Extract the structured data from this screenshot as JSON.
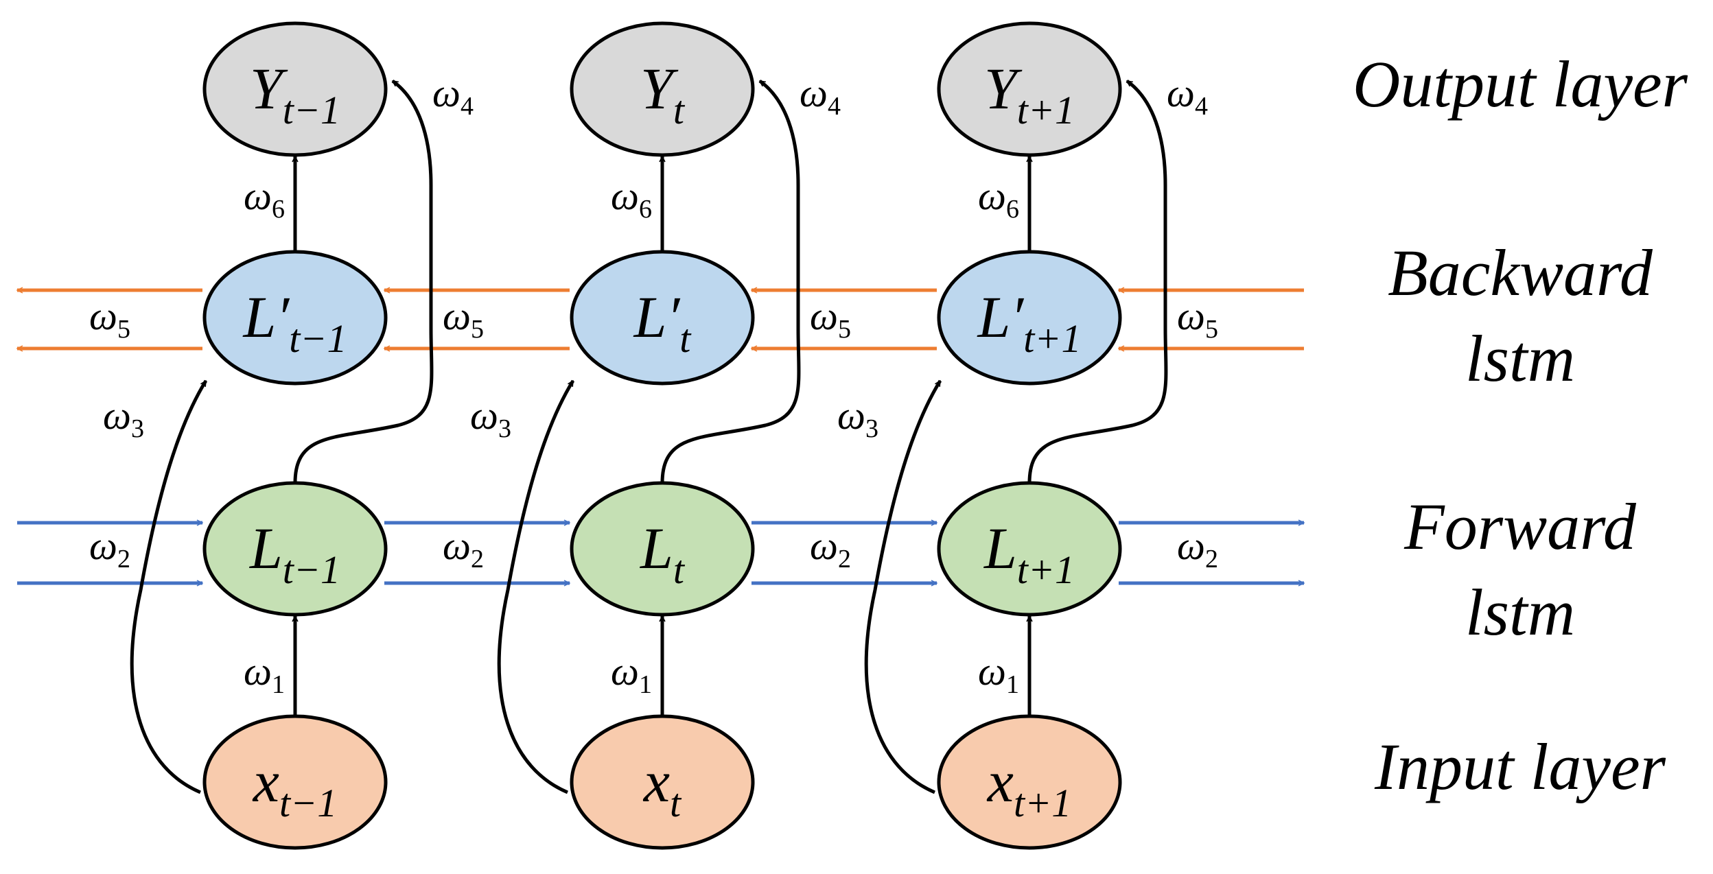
{
  "layers": [
    {
      "id": "output",
      "lines": [
        "Output layer"
      ]
    },
    {
      "id": "backward",
      "lines": [
        "Backward",
        "lstm"
      ]
    },
    {
      "id": "forward",
      "lines": [
        "Forward",
        "lstm"
      ]
    },
    {
      "id": "input",
      "lines": [
        "Input layer"
      ]
    }
  ],
  "timesteps": [
    {
      "sub": "t−1",
      "prime_sub": "t−1"
    },
    {
      "sub": "t",
      "prime_sub": "t"
    },
    {
      "sub": "t+1",
      "prime_sub": "t+1"
    }
  ],
  "node_labels": {
    "output": "Y",
    "backward": "L′",
    "forward": "L",
    "input": "x"
  },
  "weights": {
    "symbol": "ω",
    "w1": "1",
    "w2": "2",
    "w3": "3",
    "w4": "4",
    "w5": "5",
    "w6": "6"
  },
  "colors": {
    "output_fill": "#d9d9d9",
    "backward_fill": "#bdd7ee",
    "forward_fill": "#c5e0b4",
    "input_fill": "#f8cbad",
    "backward_arrow": "#ed7d31",
    "forward_arrow": "#4472c4",
    "stroke": "#000000"
  }
}
